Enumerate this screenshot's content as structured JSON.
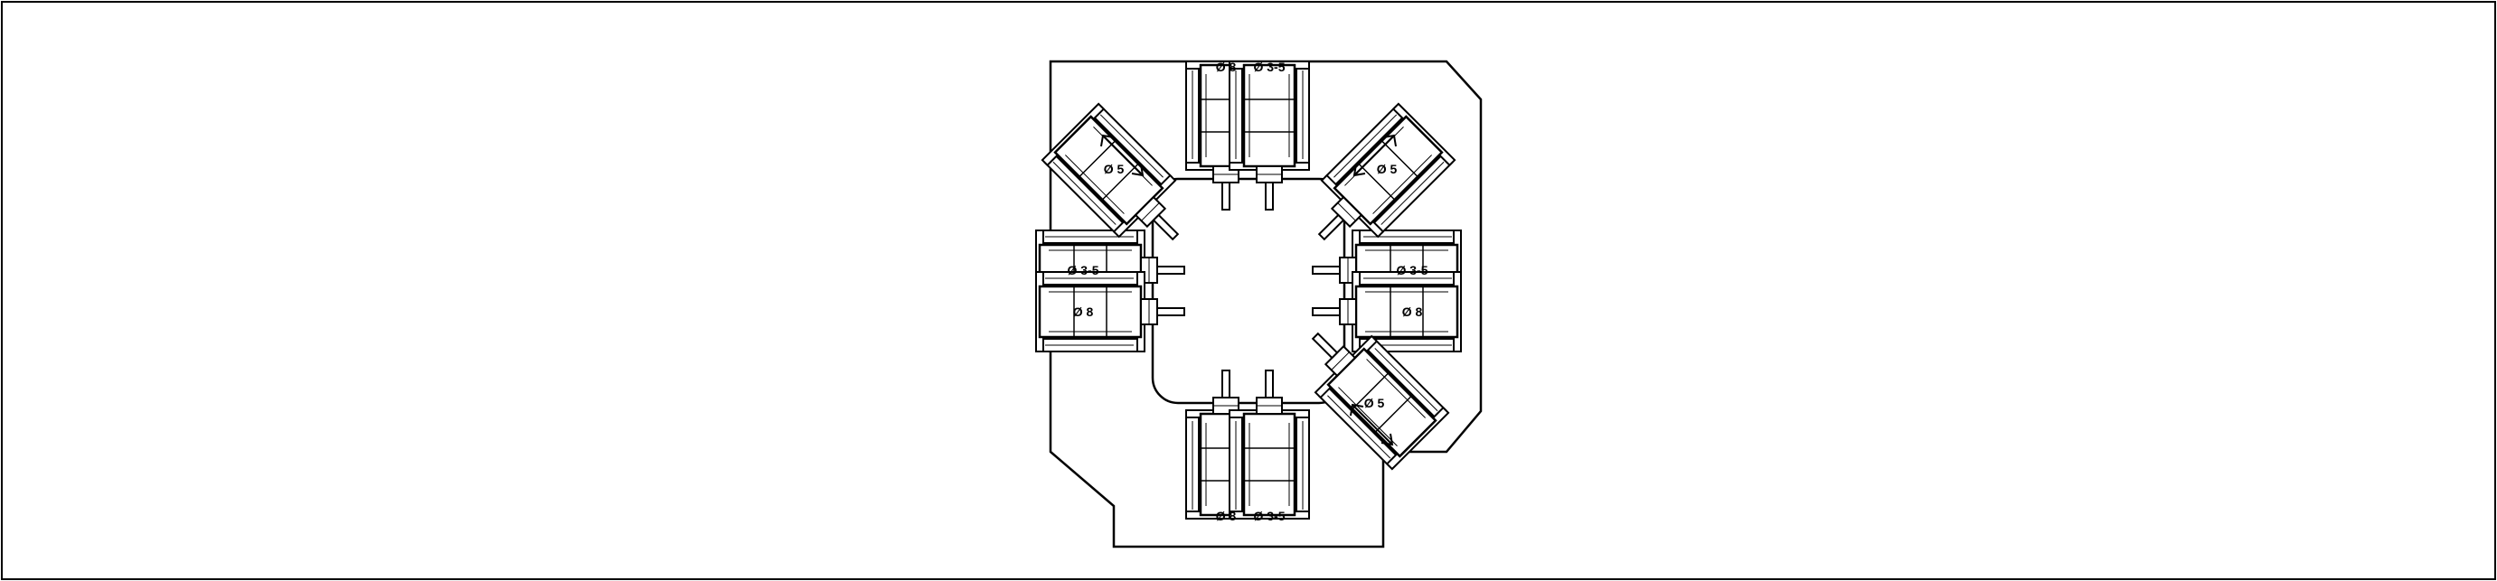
{
  "diagram": {
    "colors": {
      "line": "#000000",
      "fill": "#ffffff",
      "body": "#dcdcdc"
    },
    "stations": [
      {
        "id": "top-left",
        "label": "Ø 8"
      },
      {
        "id": "top-right",
        "label": "Ø 3-5"
      },
      {
        "id": "left-upper",
        "label": "Ø 3-5"
      },
      {
        "id": "left-lower",
        "label": "Ø 8"
      },
      {
        "id": "right-upper",
        "label": "Ø 3-5"
      },
      {
        "id": "right-lower",
        "label": "Ø 8"
      },
      {
        "id": "bottom-left",
        "label": "Ø 8"
      },
      {
        "id": "bottom-right",
        "label": "Ø 3-5"
      },
      {
        "id": "diag-upper-left",
        "label": "Ø 5"
      },
      {
        "id": "diag-upper-right",
        "label": "Ø 5"
      },
      {
        "id": "diag-lower-right",
        "label": "Ø 5"
      }
    ]
  }
}
